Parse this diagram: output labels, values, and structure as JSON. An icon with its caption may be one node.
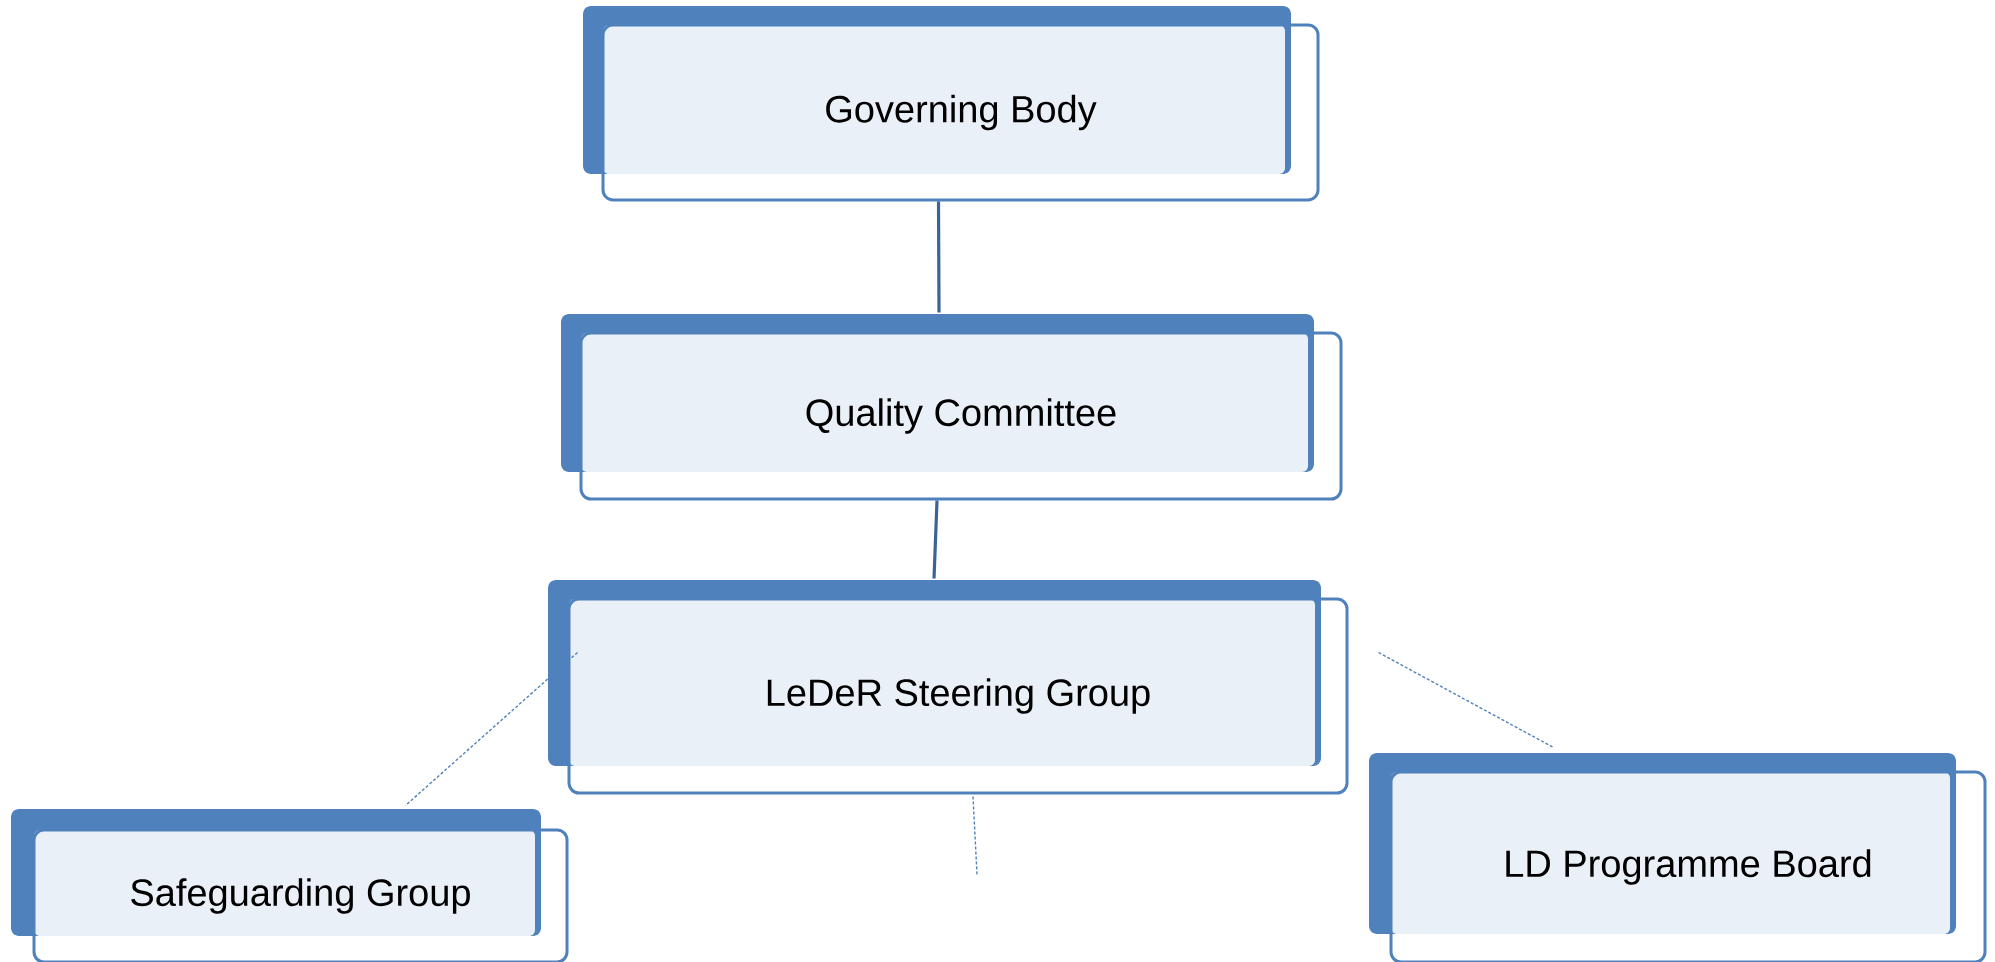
{
  "diagram": {
    "nodes": [
      {
        "text": [
          "Governing Body"
        ]
      },
      {
        "text": [
          "Quality Committee"
        ]
      },
      {
        "text": [
          "LeDeR Steering Group"
        ]
      },
      {
        "text": [
          "Safeguarding Group"
        ]
      },
      {
        "text": [
          "LD Programme Board"
        ]
      }
    ],
    "edges": [
      {
        "from": 0,
        "to": 1,
        "arrow": "none"
      },
      {
        "from": 1,
        "to": 2,
        "arrow": "none"
      },
      {
        "from": 2,
        "to": 3,
        "arrow": "none",
        "style": "dashed"
      },
      {
        "from": 2,
        "to": 4,
        "arrow": "none",
        "style": "dashed"
      },
      {
        "from": 2,
        "to": null,
        "arrow": "none",
        "style": "dashed"
      }
    ]
  }
}
